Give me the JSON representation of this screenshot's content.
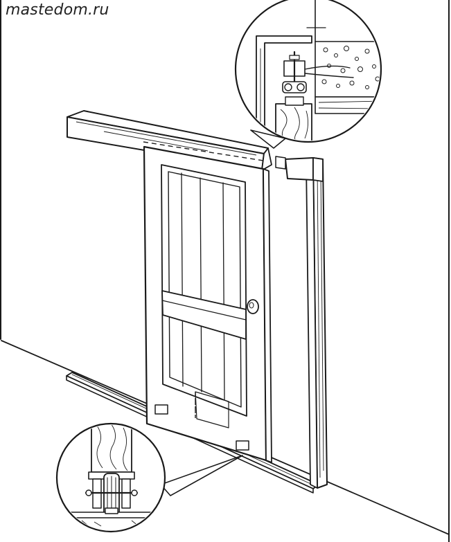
{
  "watermark": {
    "text": "mastedom.ru"
  },
  "illustration": {
    "subject": "sliding-door",
    "details": [
      "top-track-detail",
      "bottom-roller-detail"
    ]
  },
  "colors": {
    "ink": "#1a1a1a",
    "paper": "#ffffff"
  }
}
